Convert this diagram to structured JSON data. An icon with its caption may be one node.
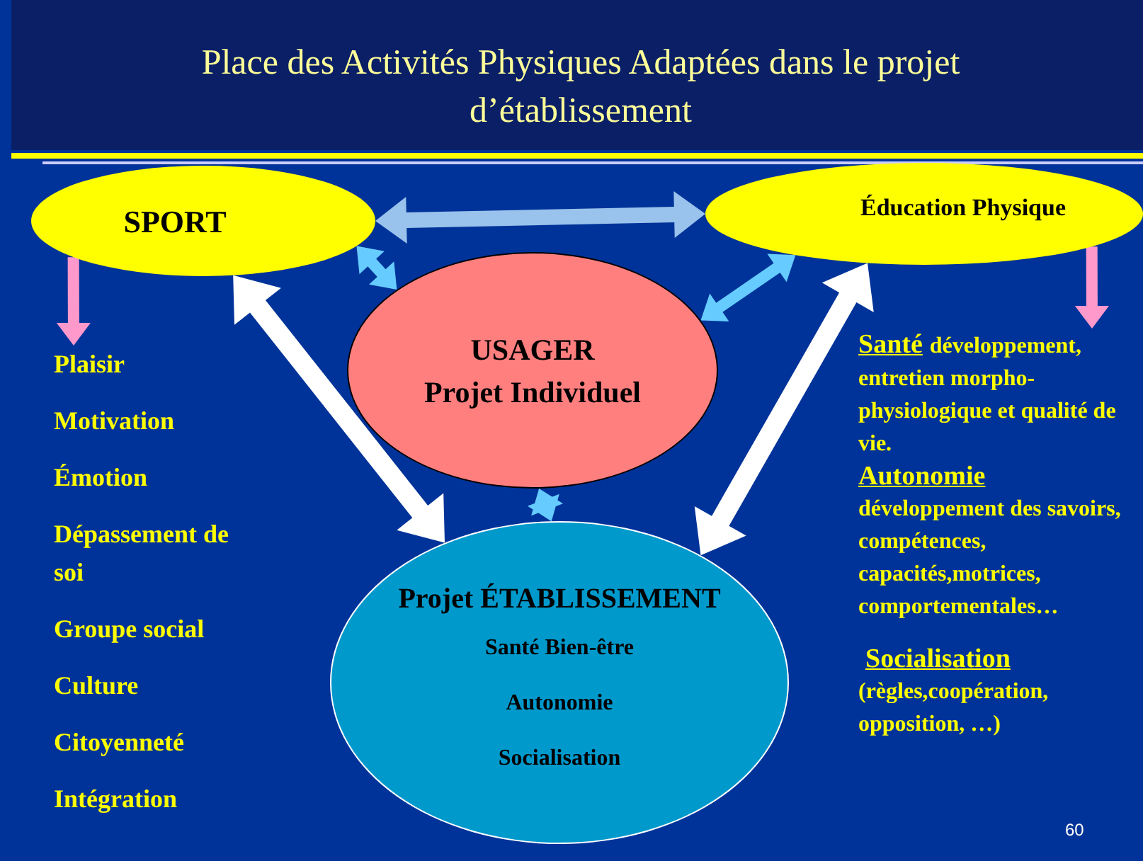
{
  "diagram": {
    "title": "Place des Activités Physiques Adaptées dans le projet d’établissement",
    "nodes": [
      {
        "text": [
          "SPORT"
        ]
      },
      {
        "text": [
          "Éducation Physique"
        ]
      },
      {
        "text": [
          "USAGER",
          "Projet Individuel"
        ]
      },
      {
        "text": [
          "Projet ÉTABLISSEMENT",
          "Santé  Bien-être",
          "Autonomie",
          "Socialisation"
        ]
      },
      {
        "text": [
          "Plaisir",
          "Motivation",
          "Émotion",
          "Dépassement de soi",
          "Groupe social",
          "Culture",
          "Citoyenneté",
          "Intégration"
        ]
      },
      {
        "text": [
          "Santé",
          "développement, entretien morpho-physiologique et qualité de vie.",
          "Autonomie",
          "développement des savoirs, compétences, capacités,motrices, comportementales…",
          "Socialisation",
          "(règles,coopération, opposition, …)"
        ]
      }
    ],
    "edges": [
      {
        "from": 0,
        "to": 1,
        "arrow": "both",
        "color": "#99c2ec"
      },
      {
        "from": 0,
        "to": 2,
        "arrow": "both"
      },
      {
        "from": 1,
        "to": 2,
        "arrow": "both"
      },
      {
        "from": 2,
        "to": 3,
        "arrow": "both"
      },
      {
        "from": 0,
        "to": 3,
        "arrow": "both",
        "style": "thick",
        "color": "#ffffff"
      },
      {
        "from": 1,
        "to": 3,
        "arrow": "both",
        "style": "thick",
        "color": "#ffffff"
      },
      {
        "from": 0,
        "to": 4,
        "arrow": "to",
        "color": "#ff99cc"
      },
      {
        "from": 1,
        "to": 5,
        "arrow": "to",
        "color": "#ff99cc"
      }
    ],
    "labels": [
      "60"
    ]
  }
}
